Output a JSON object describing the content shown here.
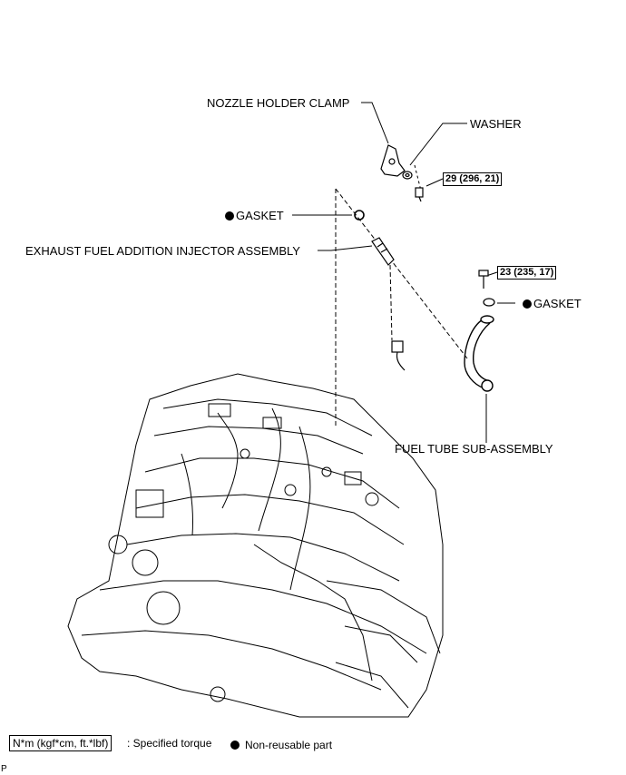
{
  "labels": {
    "nozzle_holder_clamp": "NOZZLE HOLDER CLAMP",
    "washer": "WASHER",
    "gasket_upper": "GASKET",
    "injector_assembly": "EXHAUST FUEL ADDITION INJECTOR ASSEMBLY",
    "gasket_right": "GASKET",
    "fuel_tube": "FUEL TUBE SUB-ASSEMBLY"
  },
  "torques": {
    "clamp_bolt": "29 (296, 21)",
    "tube_bolt": "23 (235, 17)"
  },
  "legend": {
    "torque_unit": "N*m (kgf*cm, ft.*lbf)",
    "torque_desc": ": Specified torque",
    "nonreusable_desc": "Non-reusable part"
  },
  "corner_mark": "P",
  "colors": {
    "line": "#000000",
    "background": "#ffffff"
  }
}
